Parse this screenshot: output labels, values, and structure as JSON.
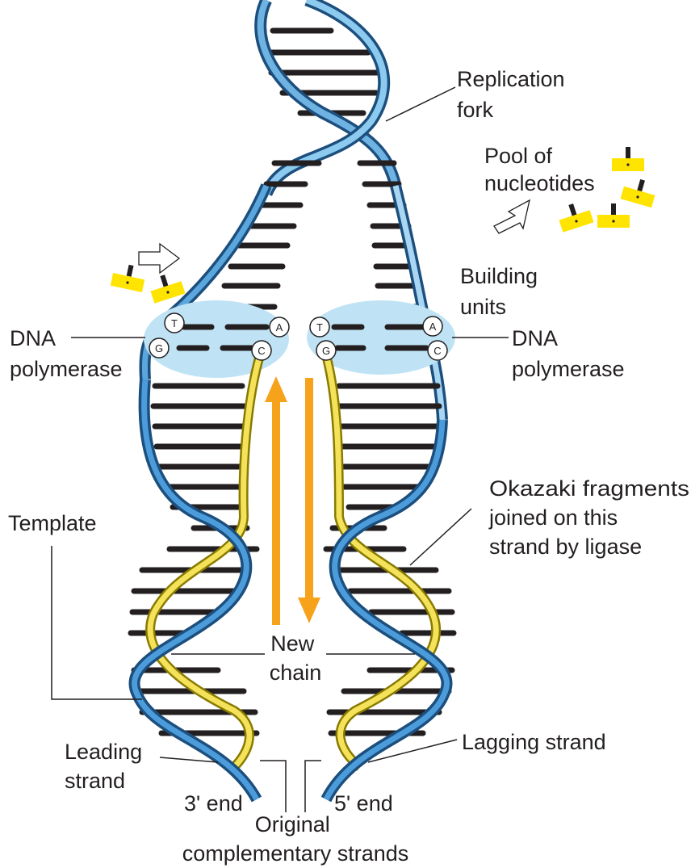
{
  "labels": {
    "replication_fork": [
      "Replication",
      "fork"
    ],
    "pool_of_nucleotides": [
      "Pool of",
      "nucleotides"
    ],
    "building_units": [
      "Building",
      "units"
    ],
    "dna_polymerase_left": [
      "DNA",
      "polymerase"
    ],
    "dna_polymerase_right": [
      "DNA",
      "polymerase"
    ],
    "okazaki": [
      "Okazaki fragments",
      "joined on this",
      "strand by ligase"
    ],
    "template": [
      "Template"
    ],
    "new_chain": [
      "New",
      "chain"
    ],
    "leading_strand": [
      "Leading",
      "strand"
    ],
    "lagging_strand": [
      "Lagging strand"
    ],
    "three_prime_end": [
      "3' end"
    ],
    "five_prime_end": [
      "5' end"
    ],
    "original": [
      "Original",
      "complementary strands"
    ]
  },
  "bases": {
    "left_top_outer": "T",
    "left_bottom_outer": "G",
    "left_top_inner": "A",
    "left_bottom_inner": "C",
    "right_top_inner": "T",
    "right_bottom_inner": "G",
    "right_top_outer": "A",
    "right_bottom_outer": "C"
  },
  "colors": {
    "template_strand": "#2f7fc1",
    "new_strand": "#f2df4a",
    "base_pair": "#231f20",
    "polymerase": "#bfe3f5",
    "arrow": "#f7a21b",
    "nucleotide": "#ffe400"
  }
}
